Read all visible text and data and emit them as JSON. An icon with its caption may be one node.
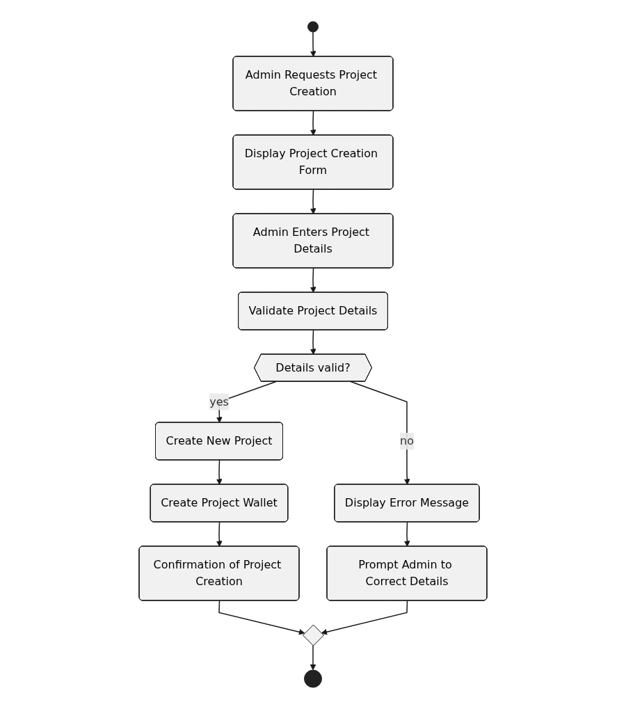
{
  "diagram": {
    "nodes": [
      {
        "text": [],
        "shape": "circle"
      },
      {
        "text": [
          "Admin Requests Project Creation"
        ]
      },
      {
        "text": [
          "Display Project Creation Form"
        ]
      },
      {
        "text": [
          "Admin Enters Project Details"
        ]
      },
      {
        "text": [
          "Validate Project Details"
        ]
      },
      {
        "text": [
          "Details valid?"
        ]
      },
      {
        "text": [
          "Create New Project"
        ]
      },
      {
        "text": [
          "Create Project Wallet"
        ]
      },
      {
        "text": [
          "Confirmation of Project Creation"
        ]
      },
      {
        "text": [
          "Display Error Message"
        ]
      },
      {
        "text": [
          "Prompt Admin to Correct Details"
        ]
      },
      {
        "text": [],
        "shape": "diamond"
      },
      {
        "text": [],
        "shape": "circle"
      }
    ],
    "edges": [
      {
        "from": 0,
        "to": 1,
        "arrow": "to"
      },
      {
        "from": 1,
        "to": 2,
        "arrow": "to"
      },
      {
        "from": 2,
        "to": 3,
        "arrow": "to"
      },
      {
        "from": 3,
        "to": 4,
        "arrow": "to"
      },
      {
        "from": 4,
        "to": 5,
        "arrow": "to"
      },
      {
        "from": 5,
        "to": 6,
        "arrow": "to",
        "label": "yes"
      },
      {
        "from": 6,
        "to": 7,
        "arrow": "to"
      },
      {
        "from": 7,
        "to": 8,
        "arrow": "to"
      },
      {
        "from": 5,
        "to": 9,
        "arrow": "to",
        "label": "no"
      },
      {
        "from": 9,
        "to": 10,
        "arrow": "to"
      },
      {
        "from": 8,
        "to": 11,
        "arrow": "to"
      },
      {
        "from": 10,
        "to": 11,
        "arrow": "to"
      },
      {
        "from": 11,
        "to": 12,
        "arrow": "to"
      }
    ]
  }
}
